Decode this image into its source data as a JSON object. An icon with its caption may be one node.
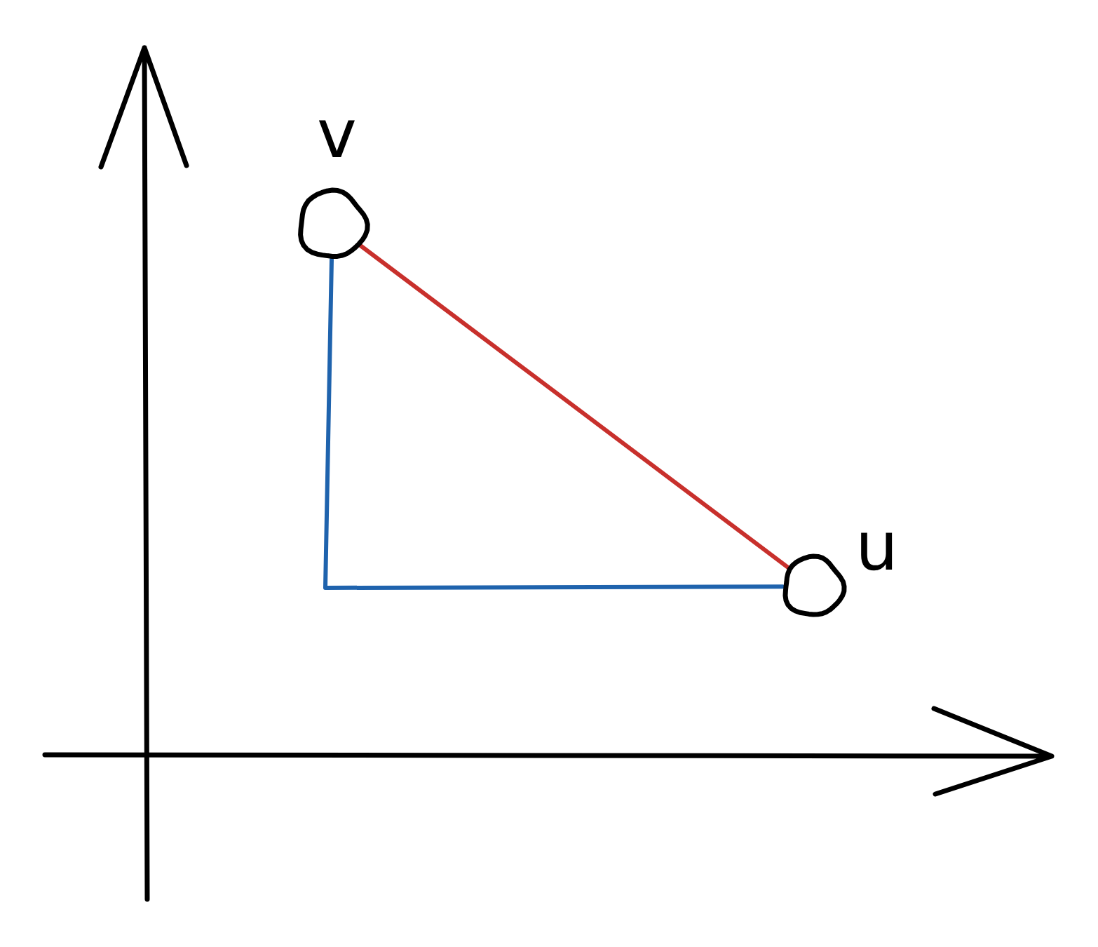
{
  "diagram": {
    "nodes": [
      {
        "text": [],
        "shape": "circle",
        "beside": [
          "v"
        ]
      },
      {
        "text": [],
        "shape": "circle",
        "beside": [
          "u"
        ]
      }
    ],
    "edges": [
      {
        "from": 0,
        "to": 1,
        "arrow": "none",
        "color": "#c8302c"
      },
      {
        "from": 0,
        "to": 1,
        "arrow": "none",
        "color": "#1f63ad"
      }
    ]
  }
}
